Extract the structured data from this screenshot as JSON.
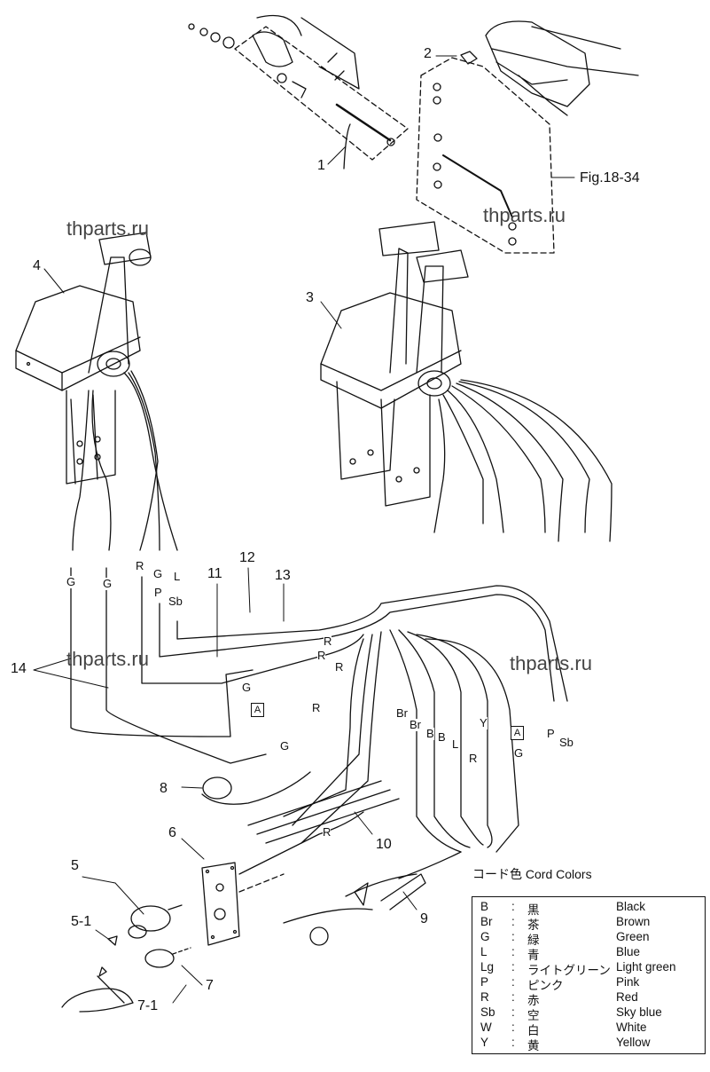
{
  "watermarks": [
    "thparts.ru",
    "thparts.ru",
    "thparts.ru",
    "thparts.ru"
  ],
  "callouts": [
    "1",
    "2",
    "3",
    "4",
    "5",
    "5-1",
    "6",
    "7",
    "7-1",
    "8",
    "9",
    "10",
    "11",
    "12",
    "13",
    "14"
  ],
  "figure_ref": "Fig.18-34",
  "wire_labels": [
    "G",
    "G",
    "R",
    "G",
    "P",
    "L",
    "Sb",
    "R",
    "R",
    "G",
    "R",
    "G",
    "R",
    "Br",
    "Br",
    "B",
    "B",
    "L",
    "R",
    "Y",
    "G",
    "P",
    "Sb",
    "R"
  ],
  "connector_ref": "A",
  "legend": {
    "title": "コード色  Cord Colors",
    "rows": [
      {
        "code": "B",
        "colon": ":",
        "jp": "黒",
        "en": "Black"
      },
      {
        "code": "Br",
        "colon": ":",
        "jp": "茶",
        "en": "Brown"
      },
      {
        "code": "G",
        "colon": ":",
        "jp": "緑",
        "en": "Green"
      },
      {
        "code": "L",
        "colon": ":",
        "jp": "青",
        "en": "Blue"
      },
      {
        "code": "Lg",
        "colon": ":",
        "jp": "ライトグリーン",
        "en": "Light green"
      },
      {
        "code": "P",
        "colon": ":",
        "jp": "ピンク",
        "en": "Pink"
      },
      {
        "code": "R",
        "colon": ":",
        "jp": "赤",
        "en": "Red"
      },
      {
        "code": "Sb",
        "colon": ":",
        "jp": "空",
        "en": "Sky blue"
      },
      {
        "code": "W",
        "colon": ":",
        "jp": "白",
        "en": "White"
      },
      {
        "code": "Y",
        "colon": ":",
        "jp": "黄",
        "en": "Yellow"
      }
    ]
  }
}
